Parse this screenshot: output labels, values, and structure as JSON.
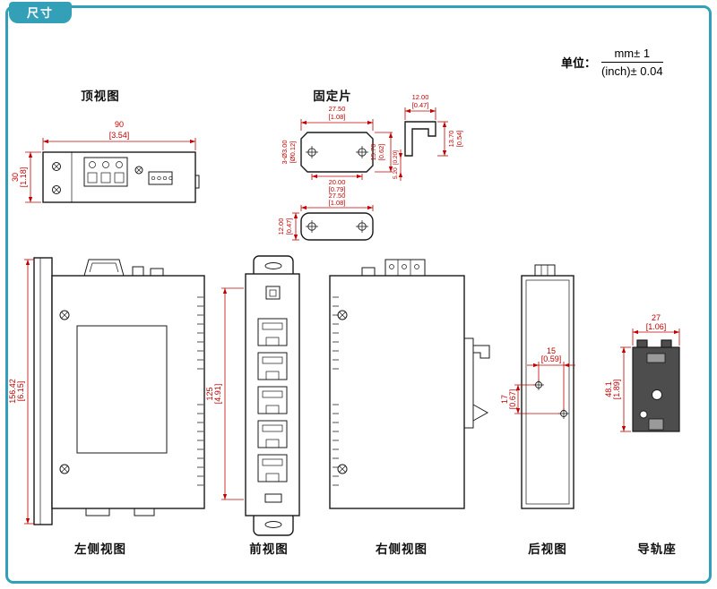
{
  "page": {
    "tab": "尺寸",
    "unit_label": "单位：",
    "unit_mm": "mm± 1",
    "unit_inch": "(inch)± 0.04"
  },
  "labels": {
    "top_view": "顶视图",
    "clip": "固定片",
    "left_view": "左侧视图",
    "front_view": "前视图",
    "right_view": "右侧视图",
    "rear_view": "后视图",
    "rail": "导轨座"
  },
  "dims": {
    "top_w_mm": "90",
    "top_w_in": "[3.54]",
    "top_h_mm": "30",
    "top_h_in": "[1.18]",
    "clip_w_mm": "27.50",
    "clip_w_in": "[1.08]",
    "clip_holes_mm": "3-Ø3.00",
    "clip_holes_in": "[Ø0.12]",
    "clip_span_mm": "20.00",
    "clip_span_in": "[0.79]",
    "clip_h_mm": "15.70",
    "clip_h_in": "[0.62]",
    "clip_off_mm": "5.20",
    "clip_off_in": "[0.20]",
    "clip_side_w_mm": "12.00",
    "clip_side_w_in": "[0.47]",
    "clip_side_h_mm": "13.70",
    "clip_side_h_in": "[0.54]",
    "clip_b_w_mm": "27.50",
    "clip_b_w_in": "[1.08]",
    "clip_b_h_mm": "12.00",
    "clip_b_h_in": "[0.47]",
    "left_h_mm": "156.42",
    "left_h_in": "[6.15]",
    "front_h_mm": "125",
    "front_h_in": "[4.91]",
    "rear_x_mm": "15",
    "rear_x_in": "[0.59]",
    "rear_y_mm": "17",
    "rear_y_in": "[0.67]",
    "rail_w_mm": "27",
    "rail_w_in": "[1.06]",
    "rail_h_mm": "48.1",
    "rail_h_in": "[1.89]"
  }
}
